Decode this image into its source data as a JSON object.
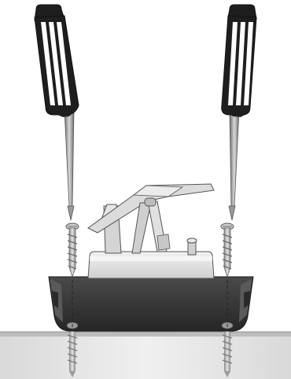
{
  "figure": {
    "kind": "installation-illustration",
    "parts": [
      "screwdriver",
      "screwdriver",
      "screw",
      "screw",
      "mount-base",
      "latch-mechanism",
      "surface"
    ]
  },
  "colors": {
    "handle": "#1e1e1e",
    "handle_stripe": "#ffffff",
    "shaft": "#8c8c8c",
    "base": "#3c3c3c",
    "base_dark": "#242424",
    "plate": "#e2e2e2",
    "latch": "#d6d6d6",
    "surface_top": "#cfcfcf",
    "surface_body": "#e9e9e9",
    "screw": "#b8b8b8",
    "outline": "#555555"
  }
}
